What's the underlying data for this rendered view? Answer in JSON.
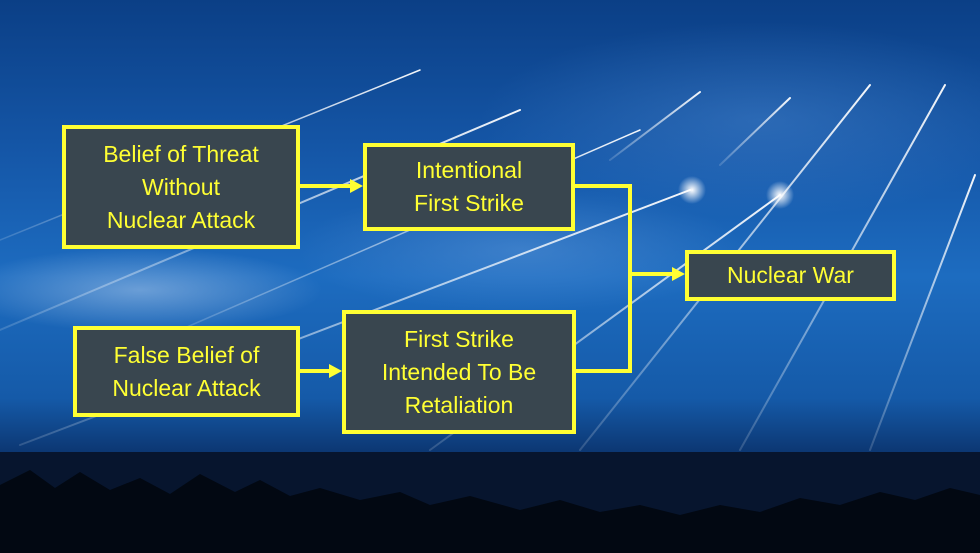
{
  "diagram": {
    "nodes": {
      "belief_threat": "Belief of Threat\nWithout\nNuclear Attack",
      "intentional_first_strike": "Intentional\nFirst Strike",
      "false_belief": "False Belief of\nNuclear Attack",
      "first_strike_retaliation": "First Strike\nIntended To Be\nRetaliation",
      "nuclear_war": "Nuclear War"
    },
    "edges": [
      {
        "from": "belief_threat",
        "to": "intentional_first_strike"
      },
      {
        "from": "false_belief",
        "to": "first_strike_retaliation"
      },
      {
        "from": "intentional_first_strike",
        "to": "nuclear_war"
      },
      {
        "from": "first_strike_retaliation",
        "to": "nuclear_war"
      }
    ],
    "colors": {
      "box_fill": "#39464f",
      "box_border": "#ffff33",
      "text": "#ffff33",
      "connector": "#ffff33"
    }
  }
}
